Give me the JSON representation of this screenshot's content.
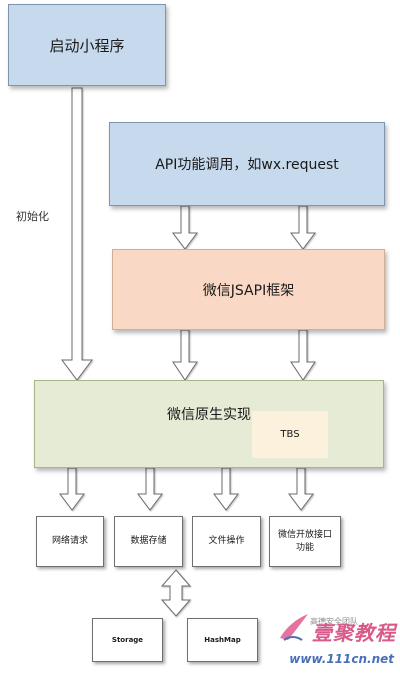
{
  "nodes": {
    "start": "启动小程序",
    "api_call": "API功能调用，如wx.request",
    "jsapi": "微信JSAPI框架",
    "native": "微信原生实现",
    "tbs": "TBS",
    "network": "网络请求",
    "data_storage": "数据存储",
    "file_ops": "文件操作",
    "open_api": "微信开放接口功能",
    "storage": "Storage",
    "hashmap": "HashMap"
  },
  "labels": {
    "init": "初始化"
  },
  "watermark": {
    "brand": "壹聚教程",
    "domain": "www.111cn.net",
    "account": "高德安全团队"
  },
  "colors": {
    "blue_box": "#c7d9ec",
    "orange_box": "#f9d8c5",
    "green_box": "#e6ebd5",
    "tbs_box": "#fbf1dc"
  }
}
